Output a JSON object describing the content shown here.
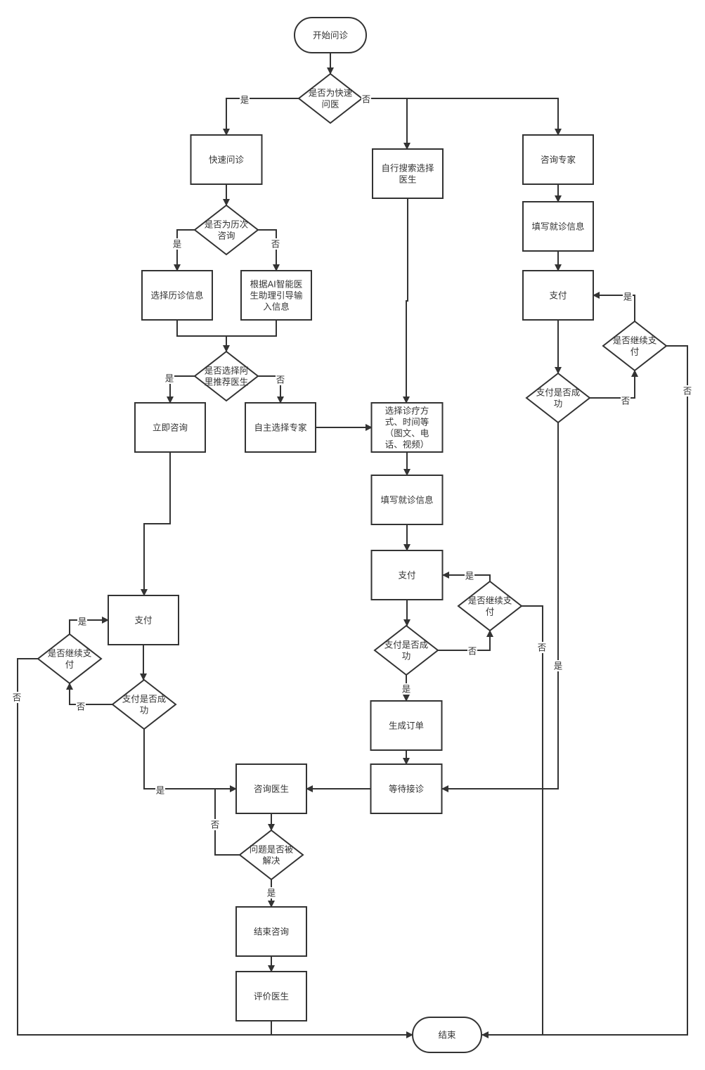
{
  "nodes": {
    "start": {
      "type": "terminal",
      "lines": [
        "开始问诊"
      ]
    },
    "d_quick": {
      "type": "decision",
      "lines": [
        "是否为快速",
        "问医"
      ]
    },
    "quick": {
      "type": "process",
      "lines": [
        "快速问诊"
      ]
    },
    "search": {
      "type": "process",
      "lines": [
        "自行搜索选择",
        "医生"
      ]
    },
    "expert": {
      "type": "process",
      "lines": [
        "咨询专家"
      ]
    },
    "d_history": {
      "type": "decision",
      "lines": [
        "是否为历次",
        "咨询"
      ]
    },
    "history": {
      "type": "process",
      "lines": [
        "选择历诊信息"
      ]
    },
    "ai": {
      "type": "process",
      "lines": [
        "根据AI智能医",
        "生助理引导输",
        "入信息"
      ]
    },
    "d_recommend": {
      "type": "decision",
      "lines": [
        "是否选择阿",
        "里推荐医生"
      ]
    },
    "now": {
      "type": "process",
      "lines": [
        "立即咨询"
      ]
    },
    "self_select": {
      "type": "process",
      "lines": [
        "自主选择专家"
      ]
    },
    "choose_mode": {
      "type": "process",
      "lines": [
        "选择诊疗方",
        "式、时间等",
        "（图文、电",
        "话、视频）"
      ]
    },
    "fill_mid": {
      "type": "process",
      "lines": [
        "填写就诊信息"
      ]
    },
    "pay_mid": {
      "type": "process",
      "lines": [
        "支付"
      ]
    },
    "d_paid_mid": {
      "type": "decision",
      "lines": [
        "支付是否成",
        "功"
      ]
    },
    "d_cont_mid": {
      "type": "decision",
      "lines": [
        "是否继续支",
        "付"
      ]
    },
    "order": {
      "type": "process",
      "lines": [
        "生成订单"
      ]
    },
    "wait": {
      "type": "process",
      "lines": [
        "等待接诊"
      ]
    },
    "fill_right": {
      "type": "process",
      "lines": [
        "填写就诊信息"
      ]
    },
    "pay_right": {
      "type": "process",
      "lines": [
        "支付"
      ]
    },
    "d_paid_right": {
      "type": "decision",
      "lines": [
        "支付是否成",
        "功"
      ]
    },
    "d_cont_right": {
      "type": "decision",
      "lines": [
        "是否继续支",
        "付"
      ]
    },
    "pay_left": {
      "type": "process",
      "lines": [
        "支付"
      ]
    },
    "d_paid_left": {
      "type": "decision",
      "lines": [
        "支付是否成",
        "功"
      ]
    },
    "d_cont_left": {
      "type": "decision",
      "lines": [
        "是否继续支",
        "付"
      ]
    },
    "consult": {
      "type": "process",
      "lines": [
        "咨询医生"
      ]
    },
    "d_solved": {
      "type": "decision",
      "lines": [
        "问题是否被",
        "解决"
      ]
    },
    "end_consult": {
      "type": "process",
      "lines": [
        "结束咨询"
      ]
    },
    "rate": {
      "type": "process",
      "lines": [
        "评价医生"
      ]
    },
    "end": {
      "type": "terminal",
      "lines": [
        "结束"
      ]
    }
  },
  "edge_labels": {
    "quick_yes": "是",
    "quick_no": "否",
    "history_yes": "是",
    "history_no": "否",
    "recommend_yes": "是",
    "recommend_no": "否",
    "paid_mid_no": "否",
    "cont_mid_yes": "是",
    "cont_mid_no": "否",
    "paid_mid_yes": "是",
    "paid_right_no": "否",
    "cont_right_yes": "是",
    "cont_right_no": "否",
    "paid_right_yes": "是",
    "paid_left_no": "否",
    "cont_left_yes": "是",
    "cont_left_no": "否",
    "paid_left_yes": "是",
    "solved_no": "否",
    "solved_yes": "是"
  }
}
